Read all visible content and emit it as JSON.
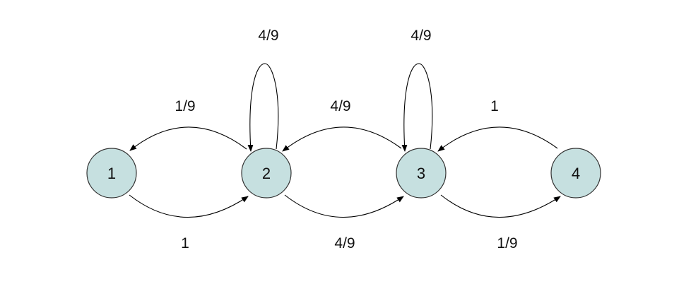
{
  "nodes": [
    {
      "id": "1",
      "label": "1"
    },
    {
      "id": "2",
      "label": "2"
    },
    {
      "id": "3",
      "label": "3"
    },
    {
      "id": "4",
      "label": "4"
    }
  ],
  "edges": [
    {
      "from": "1",
      "to": "2",
      "label": "1"
    },
    {
      "from": "2",
      "to": "1",
      "label": "1/9"
    },
    {
      "from": "2",
      "to": "2",
      "label": "4/9"
    },
    {
      "from": "2",
      "to": "3",
      "label": "4/9"
    },
    {
      "from": "3",
      "to": "2",
      "label": "4/9"
    },
    {
      "from": "3",
      "to": "3",
      "label": "4/9"
    },
    {
      "from": "3",
      "to": "4",
      "label": "1/9"
    },
    {
      "from": "4",
      "to": "3",
      "label": "1"
    }
  ],
  "colors": {
    "node_fill": "#c6e0e0",
    "node_stroke": "#333333",
    "edge": "#000000"
  }
}
